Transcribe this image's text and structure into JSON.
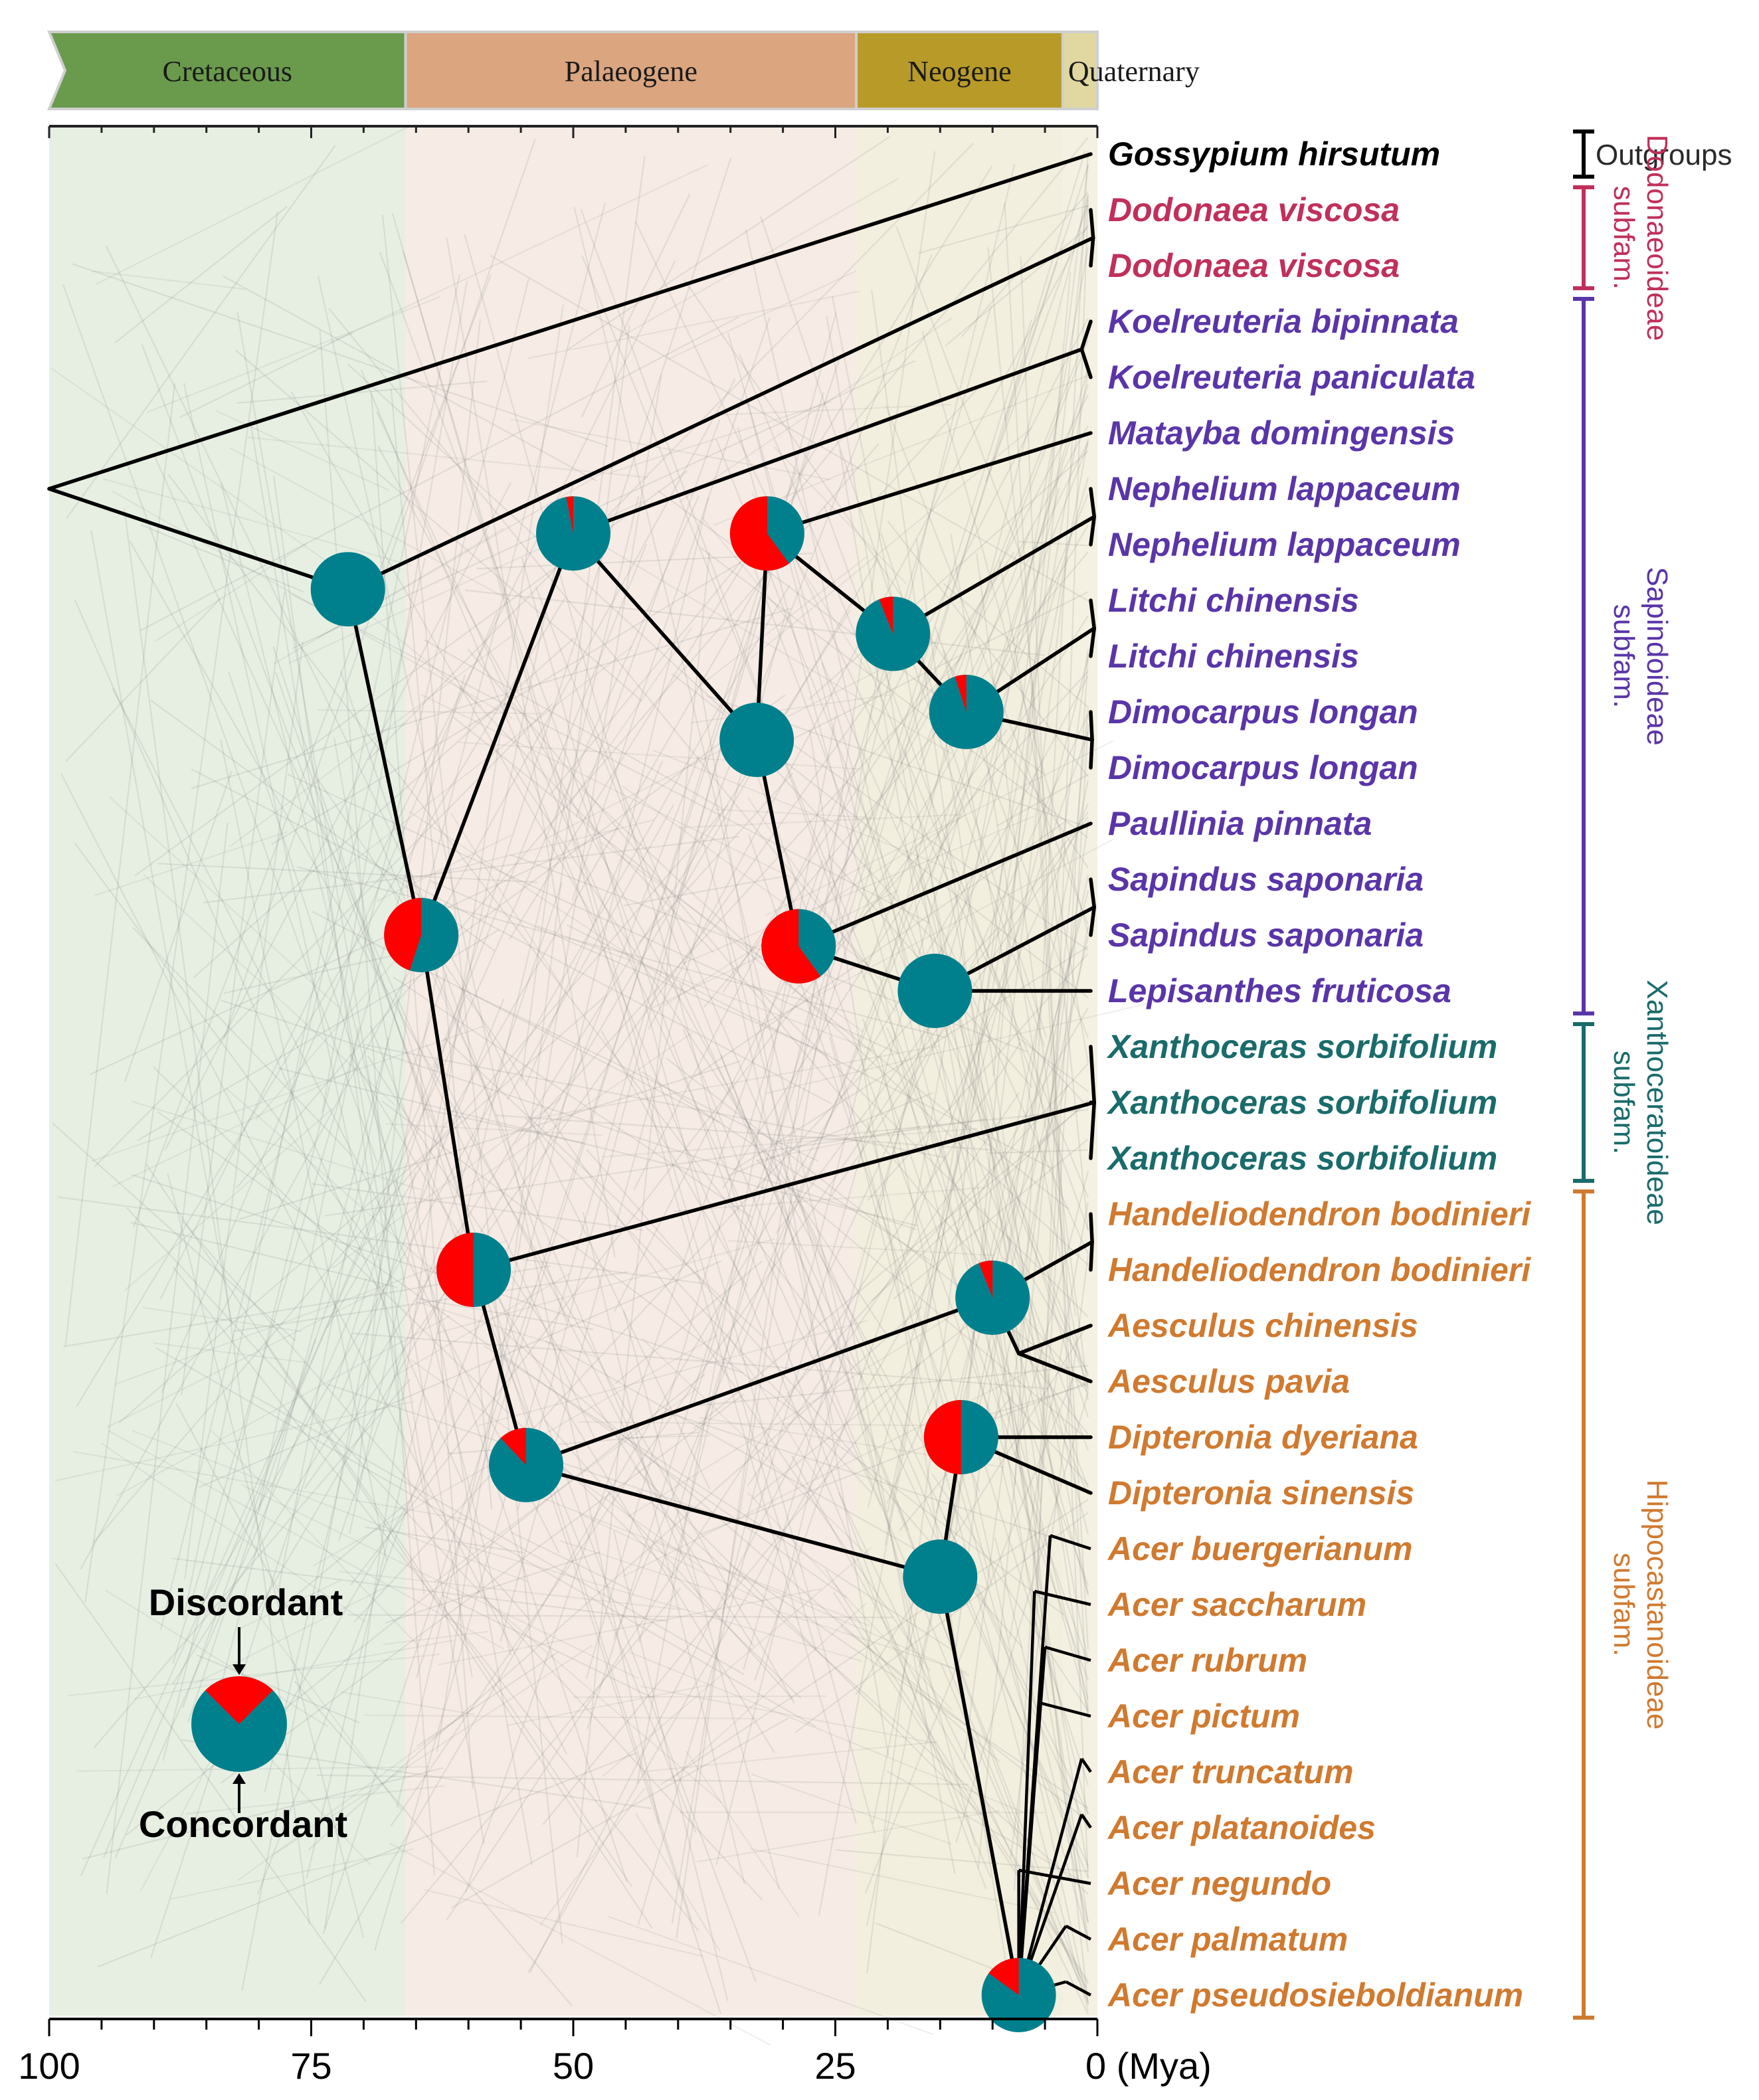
{
  "eras": [
    {
      "name": "Cretaceous",
      "start": 100,
      "end": 66,
      "color": "#6a9a4c",
      "bg": "#e7efe3"
    },
    {
      "name": "Palaeogene",
      "start": 66,
      "end": 23,
      "color": "#dba57f",
      "bg": "#f6ece5"
    },
    {
      "name": "Neogene",
      "start": 23,
      "end": 3.3,
      "color": "#b89a28",
      "bg": "#f3efdf"
    },
    {
      "name": "Quaternary",
      "start": 3.3,
      "end": 0,
      "color": "#e0d8a0",
      "bg": "#f4f1e2"
    }
  ],
  "axis": {
    "min": 0,
    "max": 100,
    "ticks": [
      "100",
      "75",
      "50",
      "25",
      "0 (Mya)"
    ],
    "tick_values": [
      100,
      75,
      50,
      25,
      0
    ]
  },
  "taxa": [
    {
      "name": "Gossypium hirsutum",
      "group": "outgroup"
    },
    {
      "name": "Dodonaea viscosa",
      "group": "dodonaeoideae"
    },
    {
      "name": "Dodonaea viscosa",
      "group": "dodonaeoideae"
    },
    {
      "name": "Koelreuteria bipinnata",
      "group": "sapindoideae"
    },
    {
      "name": "Koelreuteria paniculata",
      "group": "sapindoideae"
    },
    {
      "name": "Matayba domingensis",
      "group": "sapindoideae"
    },
    {
      "name": "Nephelium lappaceum",
      "group": "sapindoideae"
    },
    {
      "name": "Nephelium lappaceum",
      "group": "sapindoideae"
    },
    {
      "name": "Litchi chinensis",
      "group": "sapindoideae"
    },
    {
      "name": "Litchi chinensis",
      "group": "sapindoideae"
    },
    {
      "name": "Dimocarpus longan",
      "group": "sapindoideae"
    },
    {
      "name": "Dimocarpus longan",
      "group": "sapindoideae"
    },
    {
      "name": "Paullinia pinnata",
      "group": "sapindoideae"
    },
    {
      "name": "Sapindus saponaria",
      "group": "sapindoideae"
    },
    {
      "name": "Sapindus saponaria",
      "group": "sapindoideae"
    },
    {
      "name": "Lepisanthes fruticosa",
      "group": "sapindoideae"
    },
    {
      "name": "Xanthoceras sorbifolium",
      "group": "xanthoceratoideae"
    },
    {
      "name": "Xanthoceras sorbifolium",
      "group": "xanthoceratoideae"
    },
    {
      "name": "Xanthoceras sorbifolium",
      "group": "xanthoceratoideae"
    },
    {
      "name": "Handeliodendron bodinieri",
      "group": "hippocastanoideae"
    },
    {
      "name": "Handeliodendron bodinieri",
      "group": "hippocastanoideae"
    },
    {
      "name": "Aesculus chinensis",
      "group": "hippocastanoideae"
    },
    {
      "name": "Aesculus pavia",
      "group": "hippocastanoideae"
    },
    {
      "name": "Dipteronia dyeriana",
      "group": "hippocastanoideae"
    },
    {
      "name": "Dipteronia sinensis",
      "group": "hippocastanoideae"
    },
    {
      "name": "Acer buergerianum",
      "group": "hippocastanoideae"
    },
    {
      "name": "Acer saccharum",
      "group": "hippocastanoideae"
    },
    {
      "name": "Acer rubrum",
      "group": "hippocastanoideae"
    },
    {
      "name": "Acer pictum",
      "group": "hippocastanoideae"
    },
    {
      "name": "Acer truncatum",
      "group": "hippocastanoideae"
    },
    {
      "name": "Acer platanoides",
      "group": "hippocastanoideae"
    },
    {
      "name": "Acer negundo",
      "group": "hippocastanoideae"
    },
    {
      "name": "Acer palmatum",
      "group": "hippocastanoideae"
    },
    {
      "name": "Acer pseudosieboldianum",
      "group": "hippocastanoideae"
    }
  ],
  "groups": {
    "outgroup": {
      "color": "#000000",
      "lines": [
        "Outgroups"
      ],
      "first": 0,
      "last": 0
    },
    "dodonaeoideae": {
      "color": "#c0305a",
      "lines": [
        "subfam.",
        "Dodonaeoideae"
      ],
      "first": 1,
      "last": 2
    },
    "sapindoideae": {
      "color": "#5a35a8",
      "lines": [
        "subfam.",
        "Sapindoideae"
      ],
      "first": 3,
      "last": 15
    },
    "xanthoceratoideae": {
      "color": "#1a6b6b",
      "lines": [
        "subfam.",
        "Xanthoceratoideae"
      ],
      "first": 16,
      "last": 18
    },
    "hippocastanoideae": {
      "color": "#d07a30",
      "lines": [
        "subfam.",
        "Hippocastanoideae"
      ],
      "first": 19,
      "last": 33
    }
  },
  "pie_colors": {
    "concordant": "#00808c",
    "discordant": "#ff0000"
  },
  "nodes": [
    {
      "id": "root",
      "age": 100,
      "pos": 6.0,
      "pie": false
    },
    {
      "id": "dodo",
      "age": 0.4,
      "pos": 1.5,
      "pie": false
    },
    {
      "id": "koel",
      "age": 1.5,
      "pos": 3.5,
      "pie": false
    },
    {
      "id": "neph",
      "age": 0.3,
      "pos": 6.5,
      "pie": false
    },
    {
      "id": "litchi",
      "age": 0.3,
      "pos": 8.5,
      "pie": false
    },
    {
      "id": "dimo",
      "age": 0.5,
      "pos": 10.5,
      "pie": false
    },
    {
      "id": "sapi",
      "age": 0.3,
      "pos": 13.5,
      "pie": false
    },
    {
      "id": "xan",
      "age": 0.3,
      "pos": 17.0,
      "pie": false
    },
    {
      "id": "hand",
      "age": 0.5,
      "pos": 19.5,
      "pie": false
    },
    {
      "id": "aesc",
      "age": 7.5,
      "pos": 21.5,
      "pie": false
    },
    {
      "id": "n_sap_dodo",
      "age": 71.5,
      "pos": 7.8,
      "pie": true,
      "discordant": 0.0
    },
    {
      "id": "n_core",
      "age": 50.0,
      "pos": 6.8,
      "pie": true,
      "discordant": 0.03
    },
    {
      "id": "n_mat",
      "age": 31.5,
      "pos": 6.8,
      "pie": true,
      "discordant": 0.6
    },
    {
      "id": "n_nlid",
      "age": 19.5,
      "pos": 8.6,
      "pie": true,
      "discordant": 0.06
    },
    {
      "id": "n_lid",
      "age": 12.5,
      "pos": 10.0,
      "pie": true,
      "discordant": 0.05
    },
    {
      "id": "n_mid",
      "age": 32.5,
      "pos": 10.5,
      "pie": true,
      "discordant": 0.0
    },
    {
      "id": "n_paul",
      "age": 28.5,
      "pos": 14.2,
      "pie": true,
      "discordant": 0.6
    },
    {
      "id": "n_lep",
      "age": 15.5,
      "pos": 15.0,
      "pie": true,
      "discordant": 0.0
    },
    {
      "id": "n_sap",
      "age": 64.5,
      "pos": 14.0,
      "pie": true,
      "discordant": 0.45
    },
    {
      "id": "n_x",
      "age": 59.5,
      "pos": 20.0,
      "pie": true,
      "discordant": 0.5
    },
    {
      "id": "n_hip",
      "age": 54.5,
      "pos": 23.5,
      "pie": true,
      "discordant": 0.12
    },
    {
      "id": "n_ha",
      "age": 10.0,
      "pos": 20.5,
      "pie": true,
      "discordant": 0.06
    },
    {
      "id": "n_da",
      "age": 15.0,
      "pos": 25.5,
      "pie": true,
      "discordant": 0.0
    },
    {
      "id": "n_dip",
      "age": 13.0,
      "pos": 23.0,
      "pie": true,
      "discordant": 0.5
    },
    {
      "id": "n_acer",
      "age": 7.5,
      "pos": 33.0,
      "pie": true,
      "discordant": 0.15
    }
  ],
  "edges": [
    [
      "root",
      "tip:0"
    ],
    [
      "root",
      "n_sap_dodo"
    ],
    [
      "n_sap_dodo",
      "dodo"
    ],
    [
      "n_sap_dodo",
      "n_sap"
    ],
    [
      "dodo",
      "tip:1"
    ],
    [
      "dodo",
      "tip:2"
    ],
    [
      "n_sap",
      "n_core"
    ],
    [
      "n_sap",
      "n_x"
    ],
    [
      "n_core",
      "koel"
    ],
    [
      "koel",
      "tip:3"
    ],
    [
      "koel",
      "tip:4"
    ],
    [
      "n_core",
      "n_mid"
    ],
    [
      "n_mid",
      "n_mat"
    ],
    [
      "n_mid",
      "n_paul"
    ],
    [
      "n_mat",
      "tip:5"
    ],
    [
      "n_mat",
      "n_nlid"
    ],
    [
      "n_nlid",
      "neph"
    ],
    [
      "neph",
      "tip:6"
    ],
    [
      "neph",
      "tip:7"
    ],
    [
      "n_nlid",
      "n_lid"
    ],
    [
      "n_lid",
      "litchi"
    ],
    [
      "litchi",
      "tip:8"
    ],
    [
      "litchi",
      "tip:9"
    ],
    [
      "n_lid",
      "dimo"
    ],
    [
      "dimo",
      "tip:10"
    ],
    [
      "dimo",
      "tip:11"
    ],
    [
      "n_paul",
      "tip:12"
    ],
    [
      "n_paul",
      "n_lep"
    ],
    [
      "n_lep",
      "sapi"
    ],
    [
      "sapi",
      "tip:13"
    ],
    [
      "sapi",
      "tip:14"
    ],
    [
      "n_lep",
      "tip:15"
    ],
    [
      "n_x",
      "xan"
    ],
    [
      "xan",
      "tip:16"
    ],
    [
      "xan",
      "tip:17"
    ],
    [
      "xan",
      "tip:18"
    ],
    [
      "n_x",
      "n_hip"
    ],
    [
      "n_hip",
      "n_ha"
    ],
    [
      "n_ha",
      "hand"
    ],
    [
      "hand",
      "tip:19"
    ],
    [
      "hand",
      "tip:20"
    ],
    [
      "n_ha",
      "aesc"
    ],
    [
      "aesc",
      "tip:21"
    ],
    [
      "aesc",
      "tip:22"
    ],
    [
      "n_hip",
      "n_da"
    ],
    [
      "n_da",
      "n_dip"
    ],
    [
      "n_dip",
      "tip:23"
    ],
    [
      "n_dip",
      "tip:24"
    ],
    [
      "n_da",
      "n_acer"
    ]
  ],
  "acer_fan": [
    {
      "tip": 25,
      "from_age": 4.5
    },
    {
      "tip": 26,
      "from_age": 6.0
    },
    {
      "tip": 27,
      "from_age": 5.0
    },
    {
      "tip": 28,
      "from_age": 5.5
    },
    {
      "tip": 29,
      "from_age": 1.5
    },
    {
      "tip": 30,
      "from_age": 1.5
    },
    {
      "tip": 31,
      "from_age": 7.5
    },
    {
      "tip": 32,
      "from_age": 3.0
    },
    {
      "tip": 33,
      "from_age": 3.0
    }
  ],
  "legend": {
    "top": "Discordant",
    "bottom": "Concordant",
    "discordant": 0.25
  }
}
